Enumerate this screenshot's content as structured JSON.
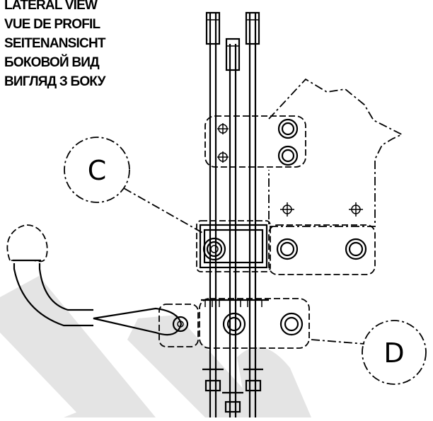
{
  "view_titles": [
    "LATERAL VIEW",
    "VUE DE PROFIL",
    "SEITENANSICHT",
    "БОКОВОЙ ВИД",
    "ВИГЛЯД З БОКУ"
  ],
  "callouts": {
    "c": "C",
    "d": "D"
  }
}
